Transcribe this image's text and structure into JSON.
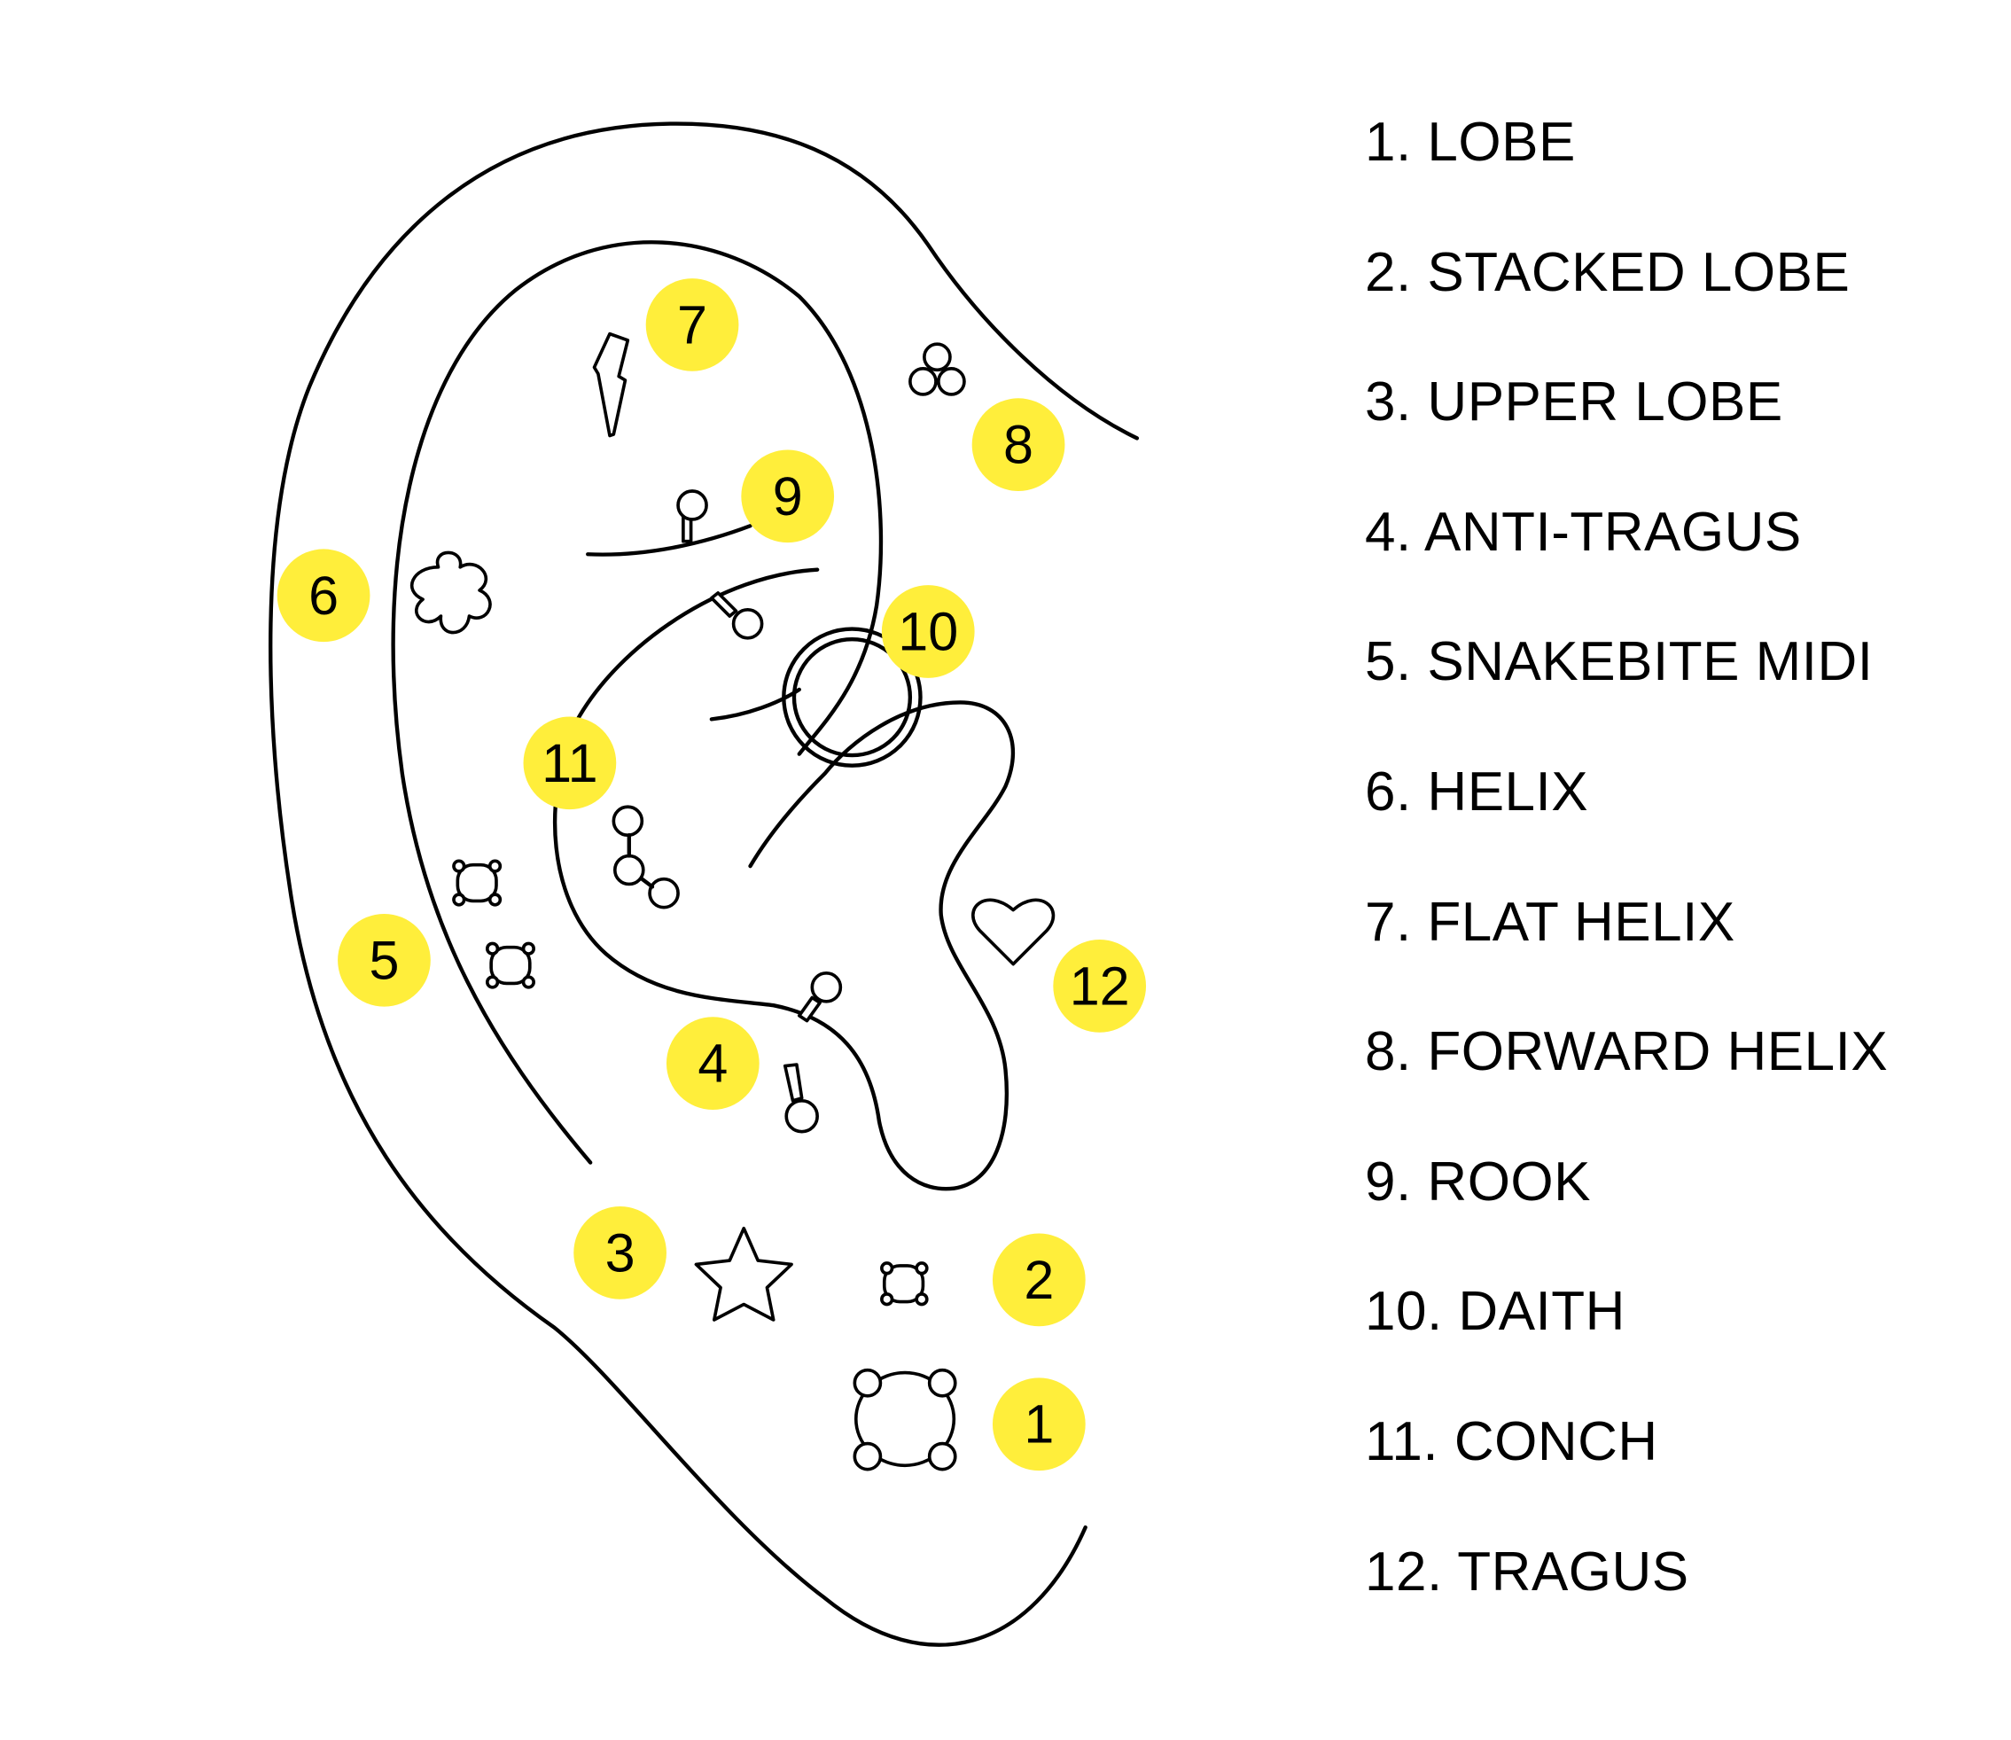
{
  "badge_color": "#FFEE3B",
  "line_color": "#000000",
  "badges": [
    {
      "number": "1",
      "region": "lobe"
    },
    {
      "number": "2",
      "region": "stacked-lobe"
    },
    {
      "number": "3",
      "region": "upper-lobe"
    },
    {
      "number": "4",
      "region": "anti-tragus"
    },
    {
      "number": "5",
      "region": "snakebite-midi"
    },
    {
      "number": "6",
      "region": "helix"
    },
    {
      "number": "7",
      "region": "flat-helix"
    },
    {
      "number": "8",
      "region": "forward-helix"
    },
    {
      "number": "9",
      "region": "rook"
    },
    {
      "number": "10",
      "region": "daith"
    },
    {
      "number": "11",
      "region": "conch"
    },
    {
      "number": "12",
      "region": "tragus"
    }
  ],
  "legend": [
    "1. LOBE",
    "2. STACKED LOBE",
    "3. UPPER LOBE",
    "4. ANTI-TRAGUS",
    "5. SNAKEBITE MIDI",
    "6. HELIX",
    "7. FLAT HELIX",
    "8. FORWARD HELIX",
    "9. ROOK",
    "10. DAITH",
    "11. CONCH",
    "12. TRAGUS"
  ],
  "jewelry_icons": [
    "stud-large-icon",
    "stud-small-icon",
    "star-stud-icon",
    "barbell-icon",
    "stud-pair-icon",
    "flower-stud-icon",
    "lightning-stud-icon",
    "trefoil-stud-icon",
    "rook-barbell-icon",
    "daith-ring-icon",
    "cluster-stud-icon",
    "heart-stud-icon"
  ]
}
